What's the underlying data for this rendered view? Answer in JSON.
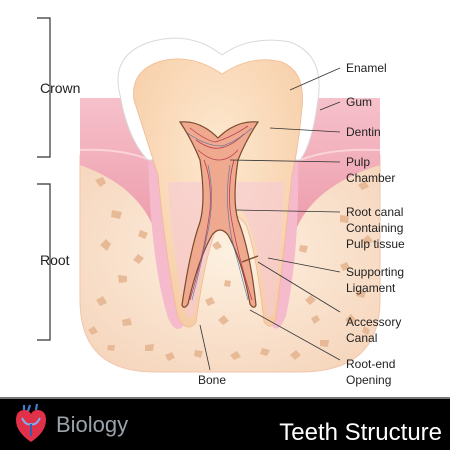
{
  "sections": {
    "crown": "Crown",
    "root": "Root"
  },
  "labels": {
    "enamel": "Enamel",
    "gum": "Gum",
    "dentin": "Dentin",
    "pulp_chamber": [
      "Pulp",
      "Chamber"
    ],
    "root_canal": [
      "Root canal",
      "Containing",
      "Pulp tissue"
    ],
    "supporting_ligament": [
      "Supporting",
      "Ligament"
    ],
    "accessory_canal": [
      "Accessory",
      "Canal"
    ],
    "root_end_opening": [
      "Root-end",
      "Opening"
    ],
    "bone": "Bone"
  },
  "footer": {
    "subject": "Biology",
    "title": "Teeth Structure"
  },
  "colors": {
    "enamel": "#ffffff",
    "gum": "#f1a9b6",
    "bone": "#fbe3cf",
    "dentin": "#fbd9b6",
    "pulp": "#f0b898",
    "ligament": "#f7c5d3",
    "footer_bg": "#000000"
  },
  "icons": [
    "heart-logo-icon"
  ]
}
